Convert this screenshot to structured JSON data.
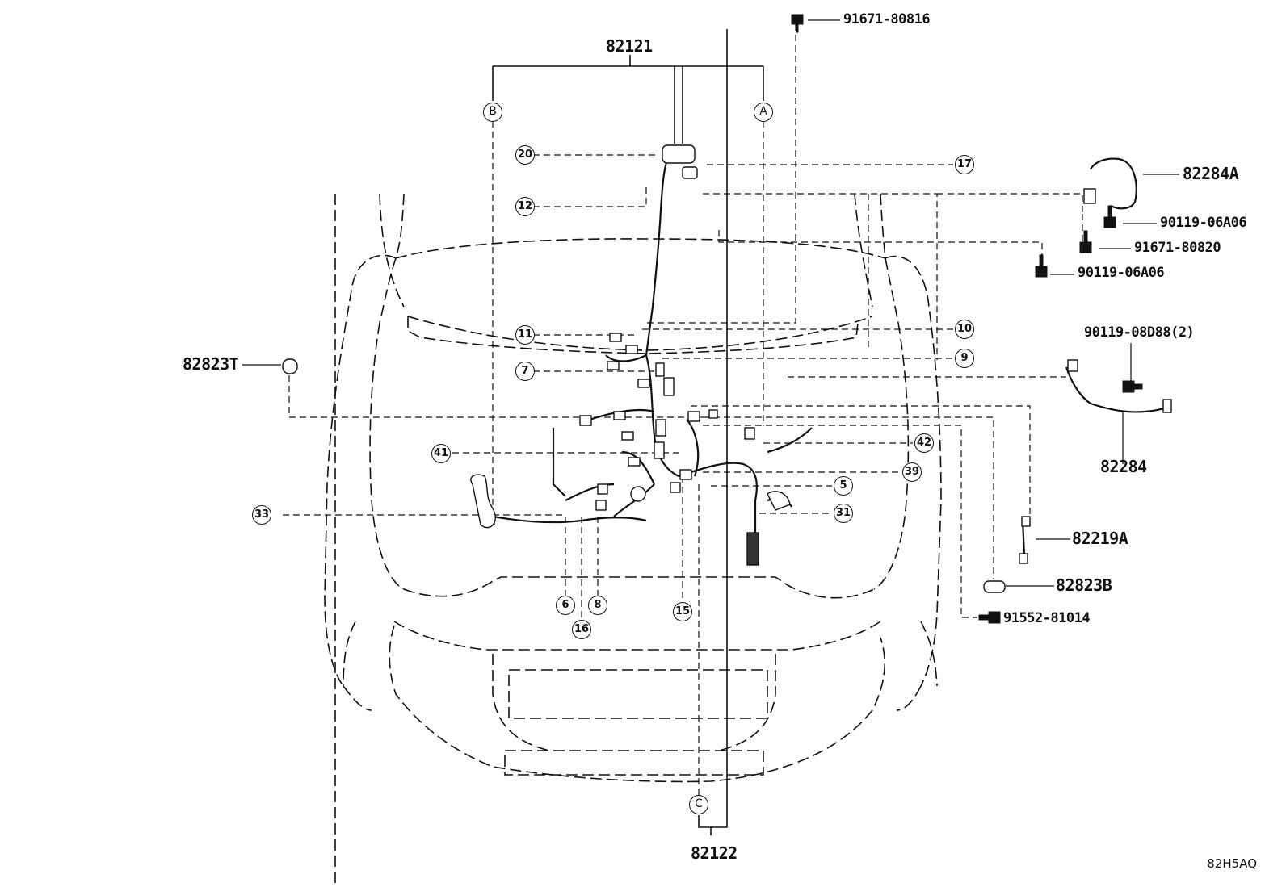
{
  "part_numbers": {
    "p91671_80816": "91671-80816",
    "p82121": "82121",
    "p82284A": "82284A",
    "p90119_06A06_a": "90119-06A06",
    "p91671_80820": "91671-80820",
    "p90119_06A06_b": "90119-06A06",
    "p90119_08D88": "90119-08D88(2)",
    "p82823T": "82823T",
    "p82284": "82284",
    "p82219A": "82219A",
    "p82823B": "82823B",
    "p91552_81014": "91552-81014",
    "p82122": "82122"
  },
  "callouts": {
    "c20": "20",
    "c12": "12",
    "c17": "17",
    "c11": "11",
    "c10": "10",
    "c9": "9",
    "c7": "7",
    "c41": "41",
    "c42": "42",
    "c39": "39",
    "c5": "5",
    "c33": "33",
    "c31": "31",
    "c6": "6",
    "c8": "8",
    "c16": "16",
    "c15": "15"
  },
  "section_markers": {
    "a": "A",
    "b": "B",
    "c": "C"
  },
  "reference_code": "82H5AQ"
}
